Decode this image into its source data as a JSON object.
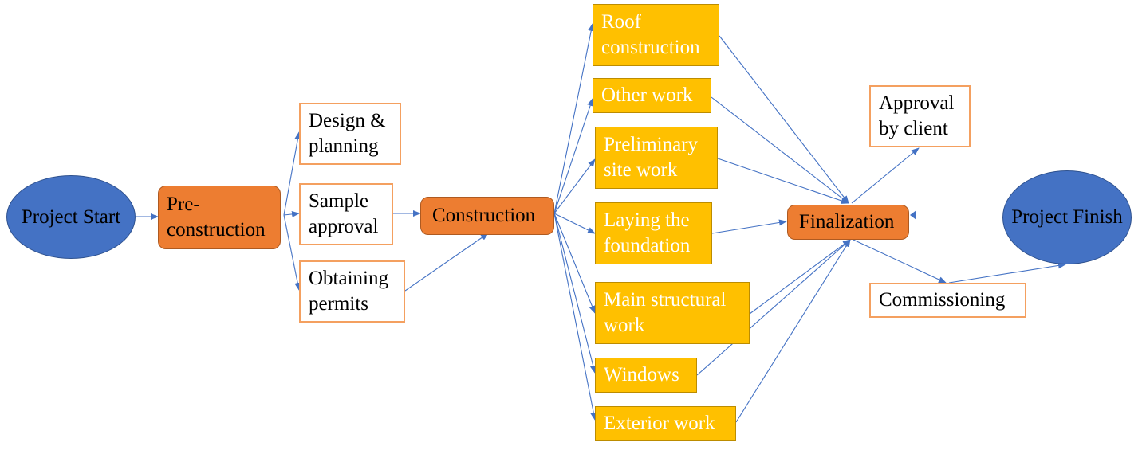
{
  "diagram": {
    "colors": {
      "start_end": "#4472c4",
      "phase": "#ed7d31",
      "task_outline": "#f4a060",
      "construction_task": "#ffc000",
      "arrow": "#4472c4"
    },
    "nodes": {
      "project_start": "Project Start",
      "pre_construction": "Pre-\nconstruction",
      "design_planning": "Design &\nplanning",
      "sample_approval": "Sample\napproval",
      "obtaining_permits": "Obtaining\npermits",
      "construction": "Construction",
      "roof_construction": "Roof\nconstruction",
      "other_work": "Other work",
      "preliminary_site_work": "Preliminary\nsite work",
      "laying_foundation": "Laying the\nfoundation",
      "main_structural_work": "Main structural\nwork",
      "windows": "Windows",
      "exterior_work": "Exterior work",
      "finalization": "Finalization",
      "approval_by_client": "Approval\nby client",
      "commissioning": "Commissioning",
      "project_finish": "Project Finish"
    },
    "edges": [
      {
        "from": "project_start",
        "to": "pre_construction"
      },
      {
        "from": "pre_construction",
        "to": "design_planning"
      },
      {
        "from": "pre_construction",
        "to": "sample_approval"
      },
      {
        "from": "pre_construction",
        "to": "obtaining_permits"
      },
      {
        "from": "sample_approval",
        "to": "construction"
      },
      {
        "from": "obtaining_permits",
        "to": "construction"
      },
      {
        "from": "construction",
        "to": "roof_construction"
      },
      {
        "from": "construction",
        "to": "other_work"
      },
      {
        "from": "construction",
        "to": "preliminary_site_work"
      },
      {
        "from": "construction",
        "to": "laying_foundation"
      },
      {
        "from": "construction",
        "to": "main_structural_work"
      },
      {
        "from": "construction",
        "to": "windows"
      },
      {
        "from": "construction",
        "to": "exterior_work"
      },
      {
        "from": "roof_construction",
        "to": "finalization"
      },
      {
        "from": "other_work",
        "to": "finalization"
      },
      {
        "from": "preliminary_site_work",
        "to": "finalization"
      },
      {
        "from": "laying_foundation",
        "to": "finalization"
      },
      {
        "from": "main_structural_work",
        "to": "finalization"
      },
      {
        "from": "windows",
        "to": "finalization"
      },
      {
        "from": "exterior_work",
        "to": "finalization"
      },
      {
        "from": "finalization",
        "to": "approval_by_client"
      },
      {
        "from": "finalization",
        "to": "commissioning"
      },
      {
        "from": "commissioning",
        "to": "project_finish"
      }
    ]
  }
}
